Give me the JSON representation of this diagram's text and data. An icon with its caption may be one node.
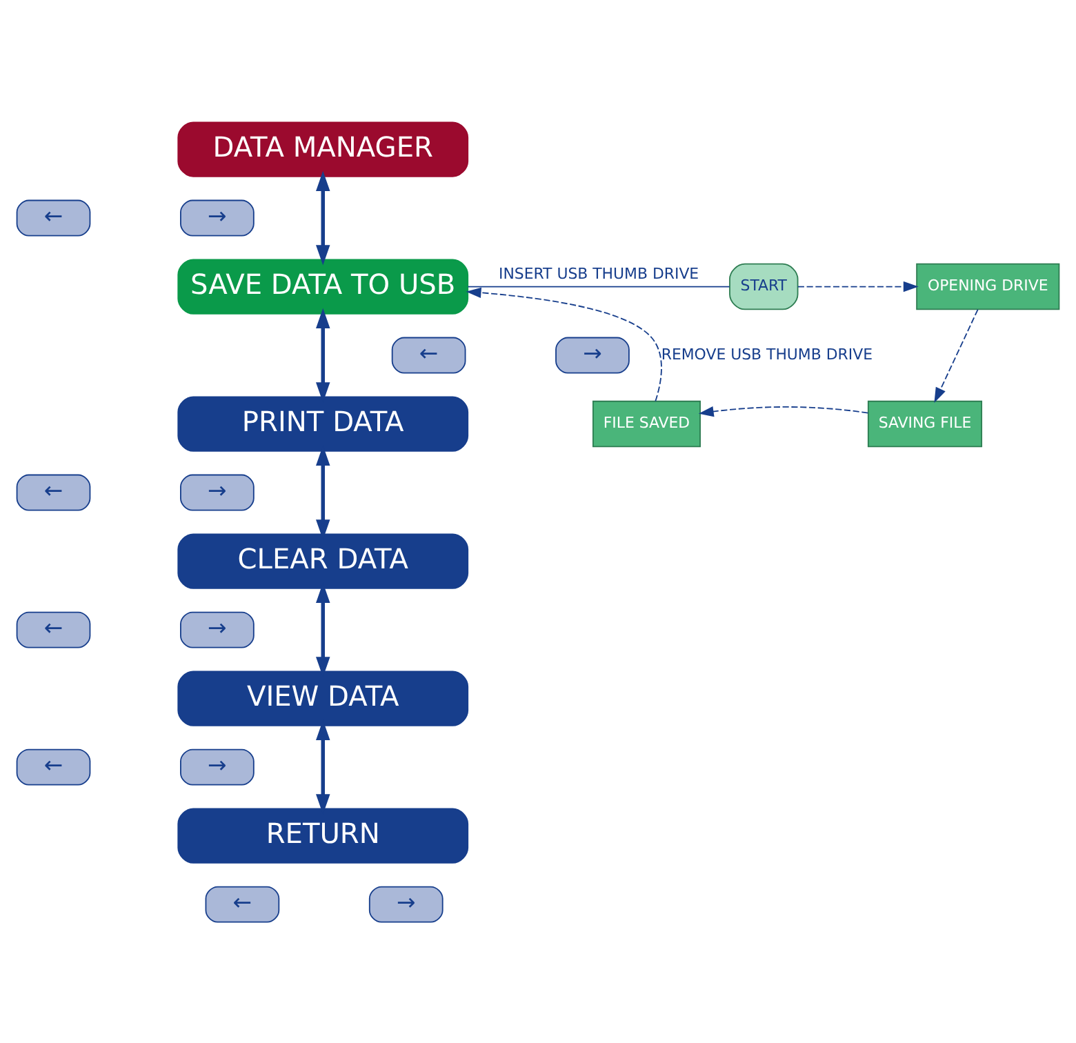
{
  "diagram": {
    "nodes": [
      {
        "text": [
          "DATA MANAGER"
        ]
      },
      {
        "text": [
          "←"
        ]
      },
      {
        "text": [
          "→"
        ]
      },
      {
        "text": [
          "SAVE DATA TO USB"
        ]
      },
      {
        "text": [
          "START"
        ]
      },
      {
        "text": [
          "OPENING DRIVE"
        ]
      },
      {
        "text": [
          "←"
        ]
      },
      {
        "text": [
          "→"
        ]
      },
      {
        "text": [
          "FILE SAVED"
        ]
      },
      {
        "text": [
          "SAVING FILE"
        ]
      },
      {
        "text": [
          "PRINT DATA"
        ]
      },
      {
        "text": [
          "←"
        ]
      },
      {
        "text": [
          "→"
        ]
      },
      {
        "text": [
          "CLEAR DATA"
        ]
      },
      {
        "text": [
          "←"
        ]
      },
      {
        "text": [
          "→"
        ]
      },
      {
        "text": [
          "VIEW DATA"
        ]
      },
      {
        "text": [
          "←"
        ]
      },
      {
        "text": [
          "→"
        ]
      },
      {
        "text": [
          "RETURN"
        ]
      },
      {
        "text": [
          "←"
        ]
      },
      {
        "text": [
          "→"
        ]
      }
    ],
    "edges": [
      {
        "from": 0,
        "to": 3,
        "arrow": "both",
        "style": "thick"
      },
      {
        "from": 3,
        "to": 10,
        "arrow": "both",
        "style": "thick"
      },
      {
        "from": 10,
        "to": 13,
        "arrow": "both",
        "style": "thick"
      },
      {
        "from": 13,
        "to": 16,
        "arrow": "both",
        "style": "thick"
      },
      {
        "from": 16,
        "to": 19,
        "arrow": "both",
        "style": "thick"
      },
      {
        "from": 3,
        "to": 4,
        "arrow": "none",
        "label": "INSERT USB THUMB DRIVE"
      },
      {
        "from": 4,
        "to": 5,
        "arrow": "to",
        "style": "dashed"
      },
      {
        "from": 5,
        "to": 9,
        "arrow": "to",
        "style": "dashed"
      },
      {
        "from": 9,
        "to": 8,
        "arrow": "to",
        "style": "dashed"
      },
      {
        "from": 8,
        "to": 3,
        "arrow": "to",
        "style": "dashed",
        "label": "REMOVE USB THUMB DRIVE"
      }
    ]
  }
}
